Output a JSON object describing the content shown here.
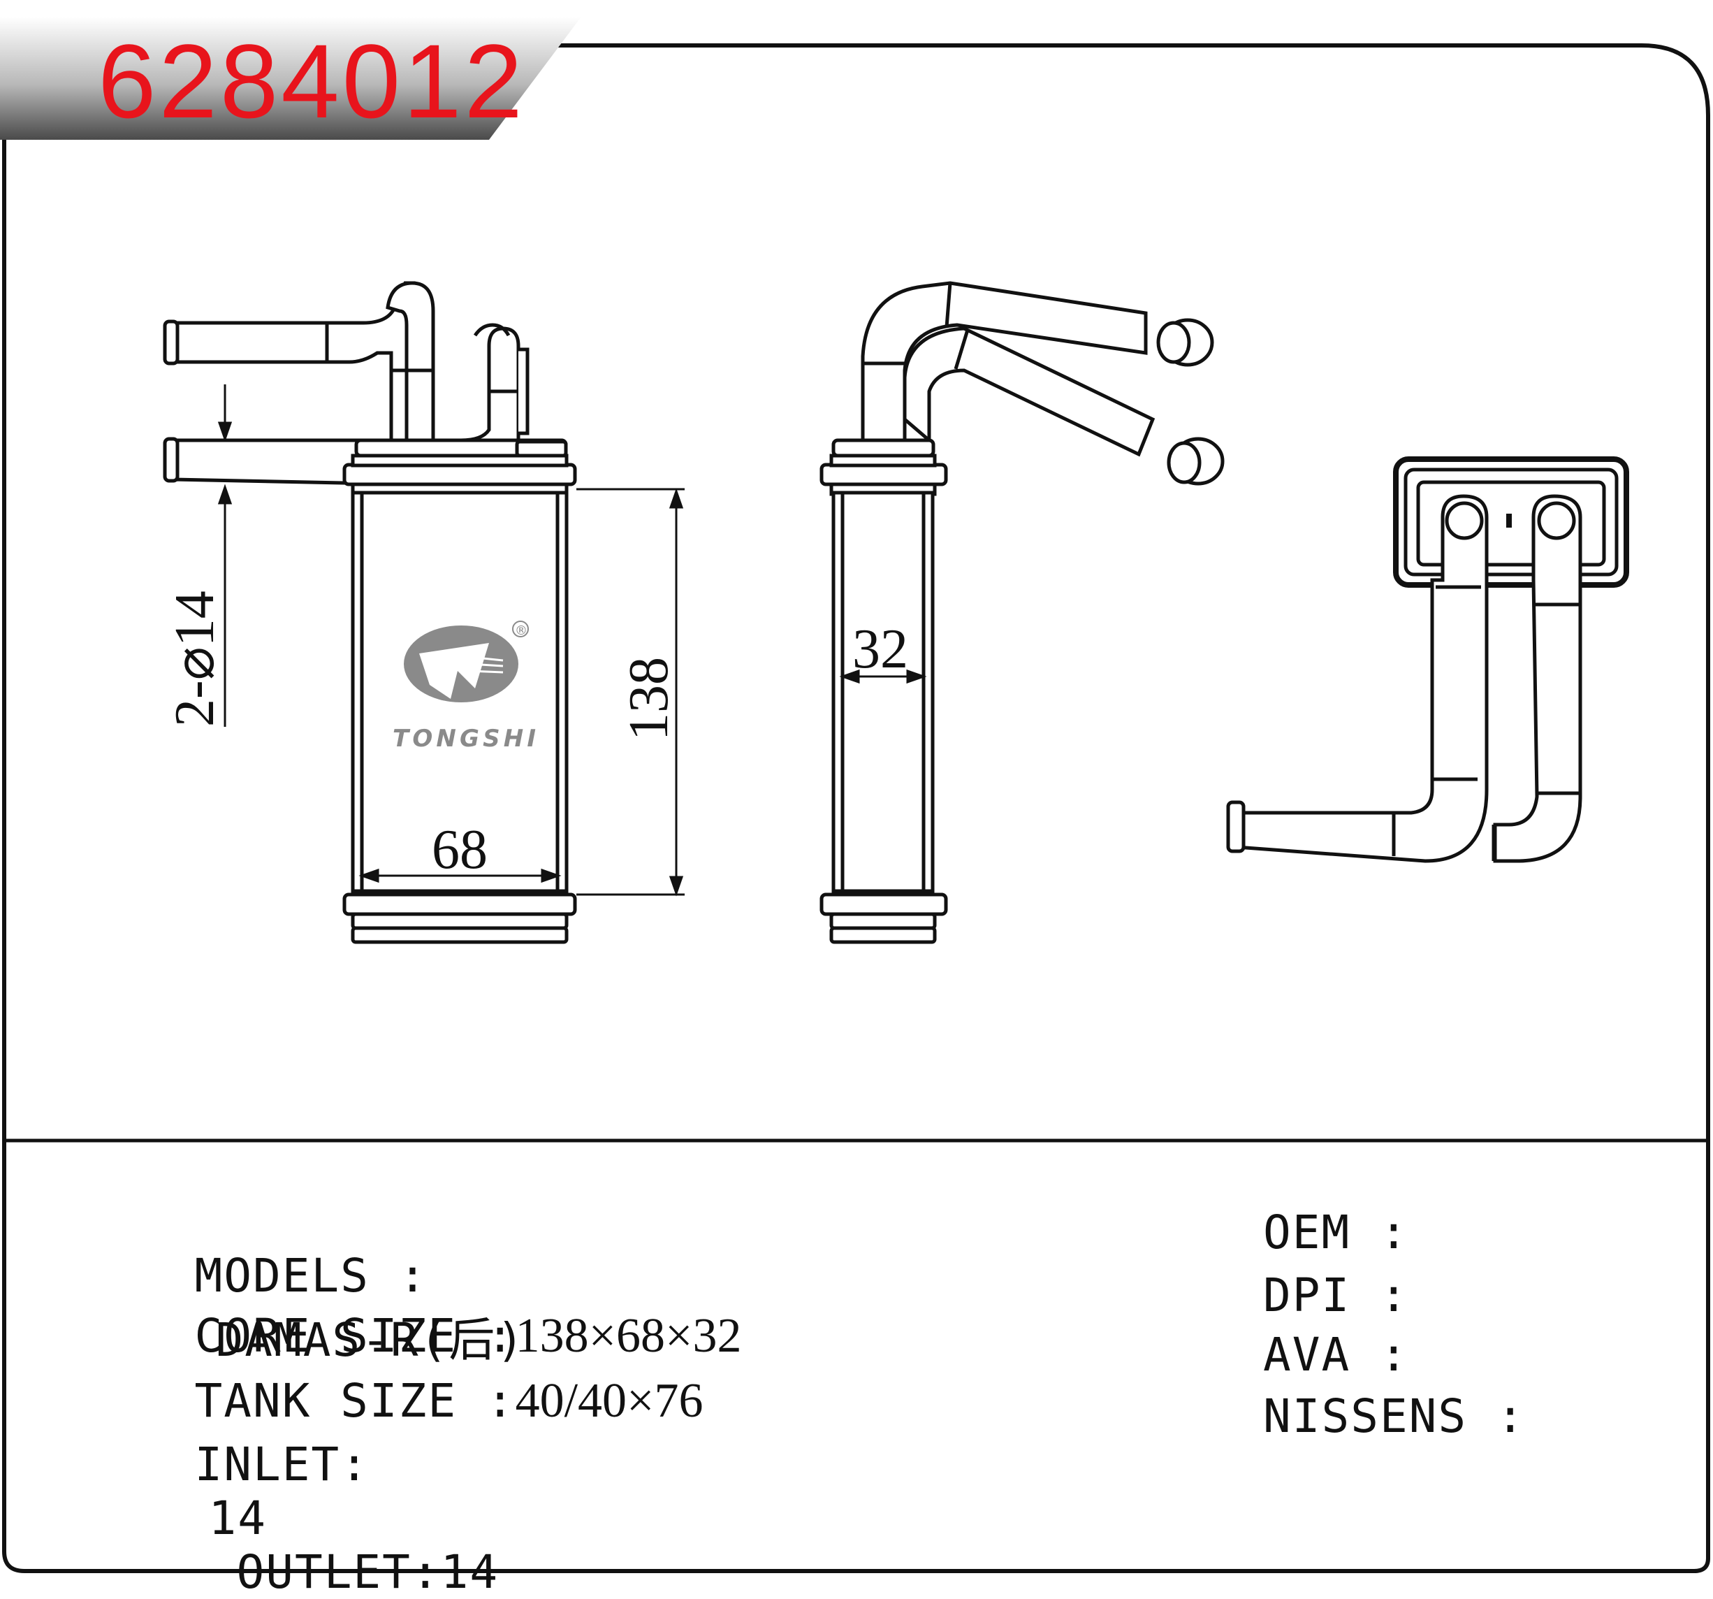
{
  "part_number": "6284012",
  "drawing": {
    "dim_diameter": "2-⌀14",
    "dim_height": "138",
    "dim_width": "68",
    "dim_depth": "32",
    "logo_text": "TONGSHI",
    "logo_mark": "®"
  },
  "specs": {
    "models_label": "MODELS :",
    "models_value": "DAMAS-R(后)",
    "core_label": "CORE SIZE :",
    "core_value": "138×68×32",
    "tank_label": "TANK SIZE :",
    "tank_value": "40/40×76",
    "inlet_label": "INLET:",
    "inlet_value": "14",
    "outlet_label": "OUTLET:",
    "outlet_value": "14"
  },
  "refs": {
    "oem_label": "OEM :",
    "dpi_label": "DPI :",
    "ava_label": "AVA :",
    "nissens_label": "NISSENS :"
  },
  "colors": {
    "part_number": "#e8141c",
    "line": "#111111",
    "logo_gray": "#8a8a8a"
  }
}
